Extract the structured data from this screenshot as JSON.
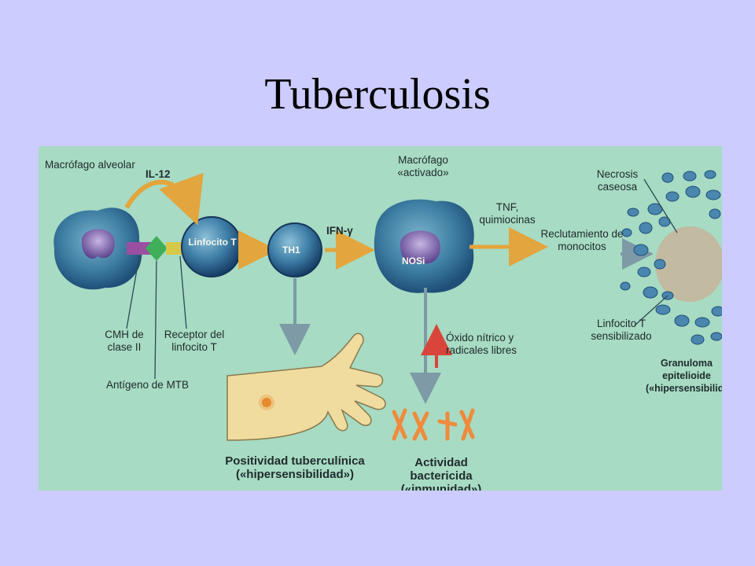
{
  "slide": {
    "title": "Tuberculosis"
  },
  "figure": {
    "labels": {
      "alveolar_macrophage": "Macrófago alveolar",
      "il12": "IL-12",
      "t_lymphocyte": "Linfocito T",
      "th1": "TH1",
      "ifn_gamma": "IFN-γ",
      "activated_macrophage": "Macrófago «activado»",
      "nos": "NOSi",
      "tnf_chemokines": "TNF, quimiocinas",
      "monocyte_recruitment": "Reclutamiento de monocitos",
      "caseous_necrosis": "Necrosis caseosa",
      "mhc_class2": "CMH de clase II",
      "t_cell_receptor": "Receptor del linfocito T",
      "mtb_antigen": "Antígeno de MTB",
      "nitric_oxide": "Óxido nítrico y radicales libres",
      "sensitized_t": "Linfocito T sensibilizado",
      "granuloma": "Granuloma epitelioide («hipersensibilidad",
      "tuberculin_positivity": "Positividad tuberculínica («hipersensibilidad»)",
      "bactericidal_activity": "Actividad bactericida («inmunidad»)"
    },
    "colors": {
      "background": "#9fd7c0",
      "cell": "#3e7ea3",
      "cell_dark": "#1f4f78",
      "nucleus": "#7a5ea6",
      "arrow_orange": "#e3a53d",
      "arrow_gray": "#7d9aa6",
      "bacteria": "#f08a3c",
      "necrosis": "#c9c2a9",
      "skin": "#f1dca0"
    },
    "icons": [
      "macrophage-cell-icon",
      "lymphocyte-cell-icon",
      "hand-icon",
      "bacteria-icon",
      "granuloma-icon"
    ]
  }
}
